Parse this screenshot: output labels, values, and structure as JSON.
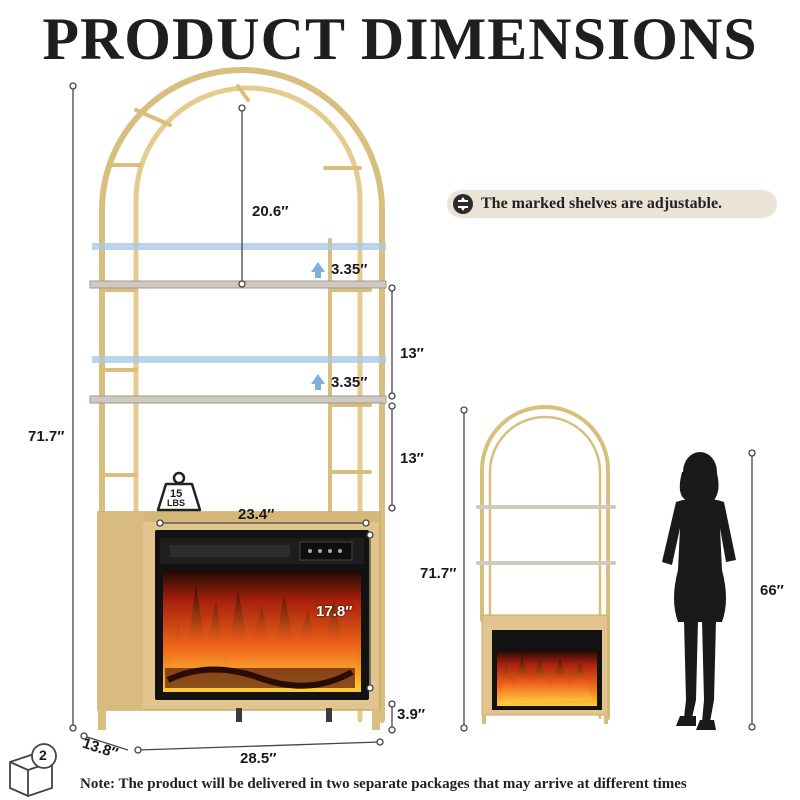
{
  "title": "PRODUCT DIMENSIONS",
  "adjustable_note": "The marked shelves are adjustable.",
  "footer_note": "Note: The product will be delivered in two separate packages that may arrive at different times",
  "package_count": "2",
  "weight_limit": {
    "value": "15",
    "unit": "LBS"
  },
  "dimensions": {
    "total_height": "71.7″",
    "arch_height": "20.6″",
    "adjust_1": "3.35″",
    "adjust_2": "3.35″",
    "shelf_gap_1": "13″",
    "shelf_gap_2": "13″",
    "cabinet_width": "23.4″",
    "fireplace_height": "17.8″",
    "leg_height": "3.9″",
    "depth": "13.8″",
    "total_width": "28.5″",
    "small_height": "71.7″",
    "person_height": "66″"
  },
  "colors": {
    "frame_gold": "#d8bf7d",
    "wood": "#e2c58e",
    "shelf_blue": "#a9cbe6",
    "flame": "#e0521b"
  }
}
